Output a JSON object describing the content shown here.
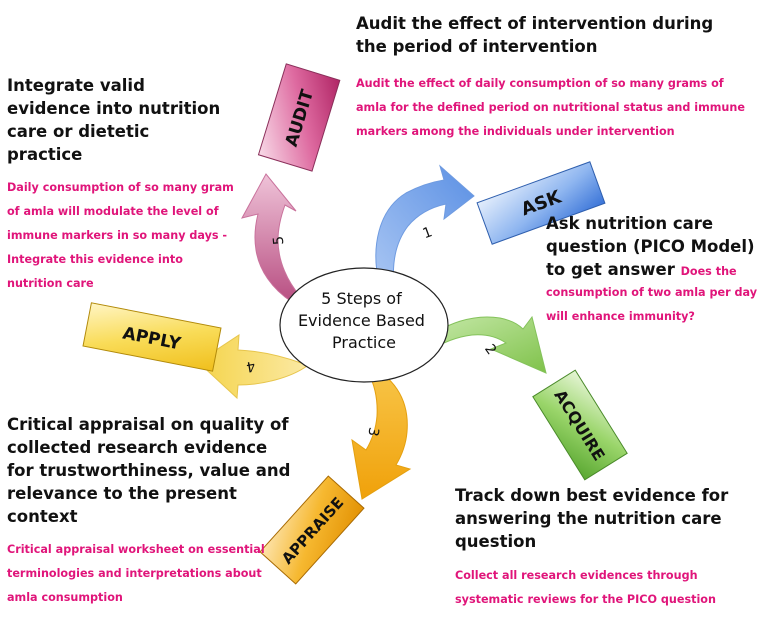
{
  "center": {
    "line1": "5 Steps of",
    "line2": "Evidence Based",
    "line3": "Practice"
  },
  "steps": {
    "audit": {
      "label": "AUDIT",
      "number": "5",
      "color": "#c83c7c",
      "heading_lines": [
        "Audit the effect of intervention during",
        "the period of intervention"
      ],
      "note_lines": [
        "Audit the effect of daily consumption of so many grams of",
        "amla for the defined period on nutritional status and immune",
        "markers among the individuals under intervention"
      ]
    },
    "ask": {
      "label": "ASK",
      "number": "1",
      "color": "#4a86e0",
      "heading_lines": [
        "Ask nutrition care",
        "question (PICO Model)",
        "to get answer"
      ],
      "note_inline": "Does the",
      "note_lines": [
        "consumption of two amla per day",
        "will enhance immunity?"
      ]
    },
    "acquire": {
      "label": "ACQUIRE",
      "number": "2",
      "color": "#7cc047",
      "heading_lines": [
        "Track down best evidence for",
        "answering the nutrition care",
        "question"
      ],
      "note_lines": [
        "Collect all research evidences through",
        "systematic reviews for the PICO question"
      ]
    },
    "appraise": {
      "label": "APPRAISE",
      "number": "3",
      "color": "#f2a90c",
      "heading_lines": [
        "Critical appraisal on quality of",
        "collected research evidence",
        "for trustworthiness, value and",
        "relevance to the present",
        "context"
      ],
      "note_lines": [
        "Critical appraisal worksheet on essential",
        "terminologies and interpretations about",
        "amla consumption"
      ]
    },
    "apply": {
      "label": "APPLY",
      "number": "4",
      "color": "#f6d33a",
      "heading_lines": [
        "Integrate valid",
        "evidence into nutrition",
        "care or dietetic",
        "practice"
      ],
      "note_lines": [
        "Daily consumption of so many gram",
        "of amla will modulate the level of",
        "immune markers in so many days -",
        "Integrate this evidence into",
        "nutrition care"
      ]
    }
  }
}
